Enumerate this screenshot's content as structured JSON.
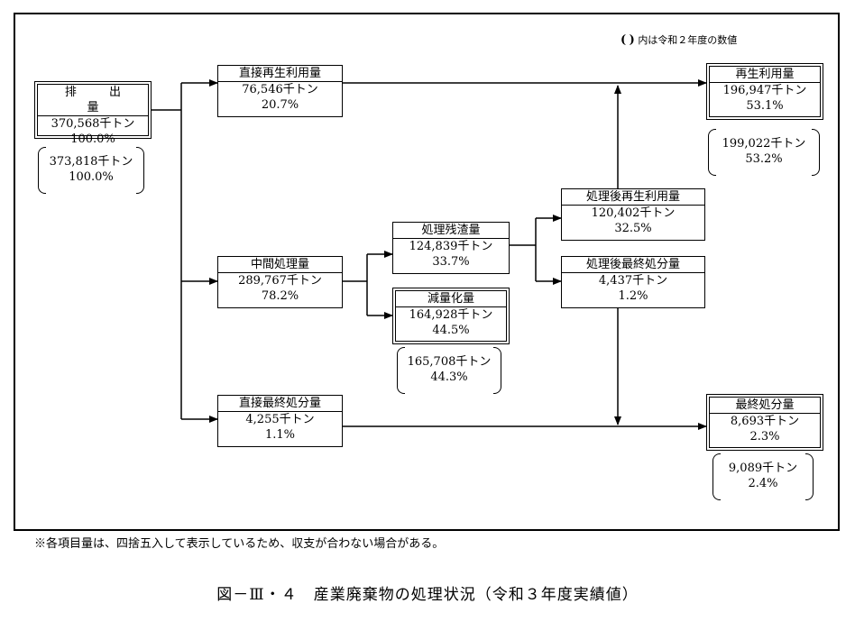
{
  "legend_note": {
    "bracket_open": "(",
    "bracket_close": ")",
    "text": "内は令和２年度の数値"
  },
  "nodes": {
    "discharge": {
      "title": "排 出 量",
      "amount": "370,568千トン",
      "percent": "100.0%",
      "prev_amount": "373,818千トン",
      "prev_percent": "100.0%"
    },
    "direct_reuse": {
      "title": "直接再生利用量",
      "amount": "76,546千トン",
      "percent": "20.7%"
    },
    "intermediate": {
      "title": "中間処理量",
      "amount": "289,767千トン",
      "percent": "78.2%"
    },
    "direct_final": {
      "title": "直接最終処分量",
      "amount": "4,255千トン",
      "percent": "1.1%"
    },
    "residue": {
      "title": "処理残渣量",
      "amount": "124,839千トン",
      "percent": "33.7%"
    },
    "reduction": {
      "title": "減量化量",
      "amount": "164,928千トン",
      "percent": "44.5%",
      "prev_amount": "165,708千トン",
      "prev_percent": "44.3%"
    },
    "post_reuse": {
      "title": "処理後再生利用量",
      "amount": "120,402千トン",
      "percent": "32.5%"
    },
    "post_final": {
      "title": "処理後最終処分量",
      "amount": "4,437千トン",
      "percent": "1.2%"
    },
    "reuse_total": {
      "title": "再生利用量",
      "amount": "196,947千トン",
      "percent": "53.1%",
      "prev_amount": "199,022千トン",
      "prev_percent": "53.2%"
    },
    "final_total": {
      "title": "最終処分量",
      "amount": "8,693千トン",
      "percent": "2.3%",
      "prev_amount": "9,089千トン",
      "prev_percent": "2.4%"
    }
  },
  "footnote": "※各項目量は、四捨五入して表示しているため、収支が合わない場合がある。",
  "caption": "図－Ⅲ・４　産業廃棄物の処理状況（令和３年度実績値）"
}
